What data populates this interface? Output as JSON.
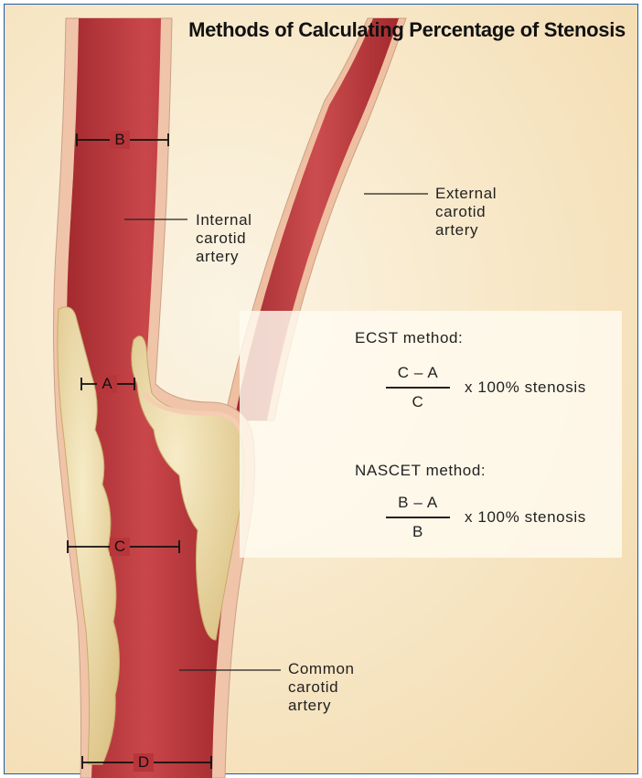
{
  "title": "Methods of Calculating Percentage of Stenosis",
  "labels": {
    "internal": [
      "Internal",
      "carotid",
      "artery"
    ],
    "external": [
      "External",
      "carotid",
      "artery"
    ],
    "common": [
      "Common",
      "carotid",
      "artery"
    ]
  },
  "dimensions": {
    "a": "A",
    "b": "B",
    "c": "C",
    "d": "D"
  },
  "ecst": {
    "title": "ECST method:",
    "numerator": "C – A",
    "denominator": "C",
    "suffix": "x 100% stenosis"
  },
  "nascet": {
    "title": "NASCET method:",
    "numerator": "B – A",
    "denominator": "B",
    "suffix": "x 100% stenosis"
  },
  "colors": {
    "artery_wall": "#f2c3a6",
    "lumen": "#b8363a",
    "plaque": "#ead7a0",
    "frame_border": "#1f5aa8"
  }
}
